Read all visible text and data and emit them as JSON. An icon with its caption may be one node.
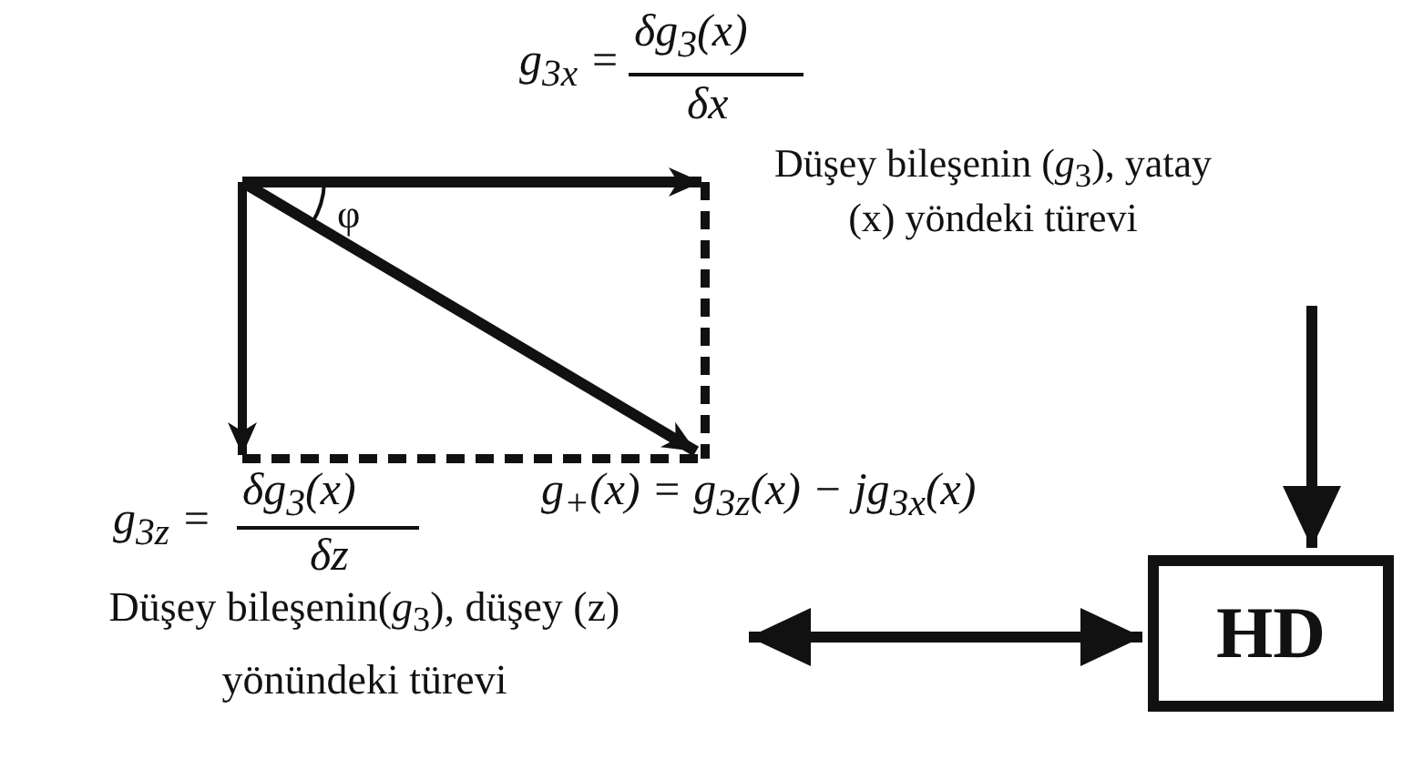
{
  "diagram": {
    "nodes": [
      {
        "text": [
          "Düşey bileşenin(*g*$_{3}$), düşey (z) yönündeki türevi"
        ]
      },
      {
        "text": [
          "HD"
        ]
      }
    ],
    "edges": [
      {
        "from": null,
        "to": 1,
        "arrow": "to"
      },
      {
        "from": 0,
        "to": 1,
        "arrow": "both"
      }
    ],
    "labels": [
      "g$_{3x}$ =",
      "δg$_{3}$(x)",
      "δx",
      "Düşey bileşenin (*g*$_{3}$), yatay (x) yöndeki türevi",
      "φ",
      "g$_{3z}$ =",
      "δg$_{3}$(x)",
      "δz",
      "g$_{+}$(x) = g$_{3z}$(x) − jg$_{3x}$(x)"
    ]
  }
}
